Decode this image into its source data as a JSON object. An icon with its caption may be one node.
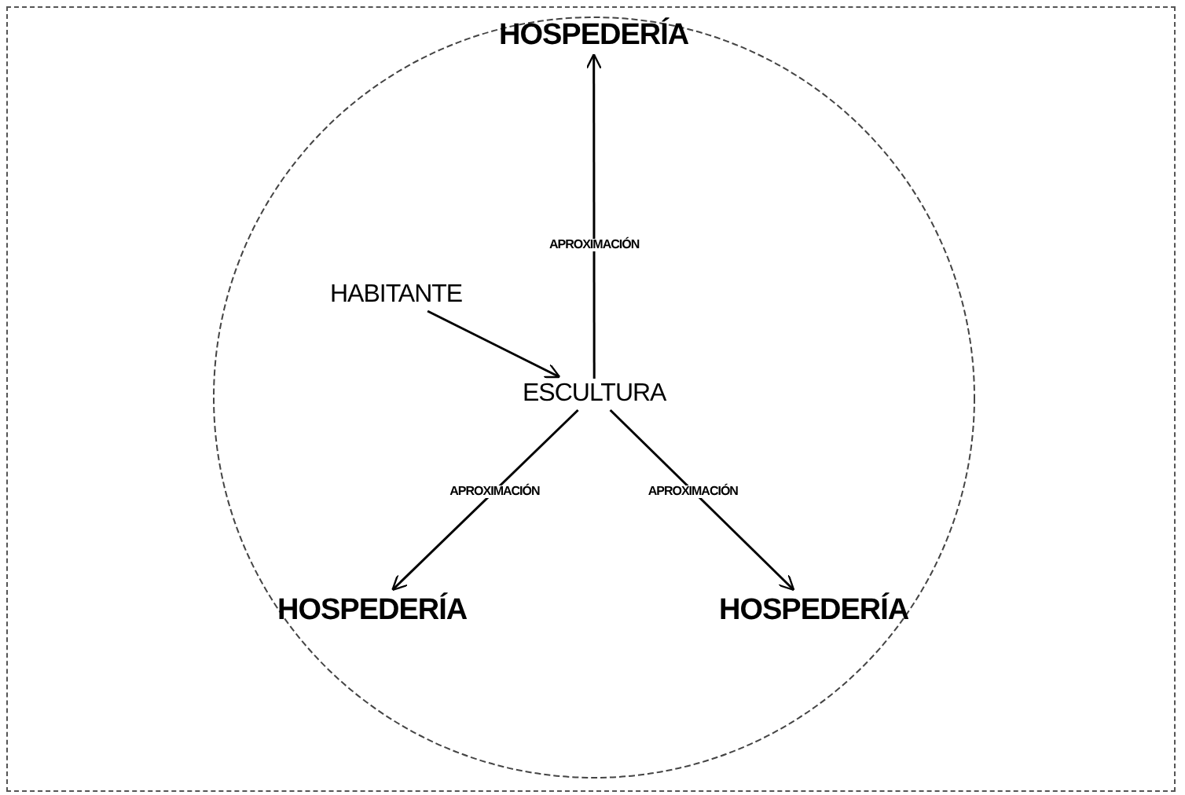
{
  "diagram": {
    "nodes": [
      {
        "text": [],
        "shape": "circle"
      },
      {
        "text": [
          "HOSPEDERÍA"
        ],
        "in": 0
      },
      {
        "text": [
          "HABITANTE"
        ],
        "in": 0
      },
      {
        "text": [
          "ESCULTURA"
        ],
        "in": 0
      },
      {
        "text": [
          "HOSPEDERÍA"
        ],
        "in": 0
      },
      {
        "text": [
          "HOSPEDERÍA"
        ],
        "in": 0
      }
    ],
    "edges": [
      {
        "from": 3,
        "to": 1,
        "arrow": "to",
        "label": "APROXIMACIÓN"
      },
      {
        "from": 2,
        "to": 3,
        "arrow": "to"
      },
      {
        "from": 3,
        "to": 4,
        "arrow": "to",
        "label": "APROXIMACIÓN"
      },
      {
        "from": 3,
        "to": 5,
        "arrow": "to",
        "label": "APROXIMACIÓN"
      }
    ]
  }
}
